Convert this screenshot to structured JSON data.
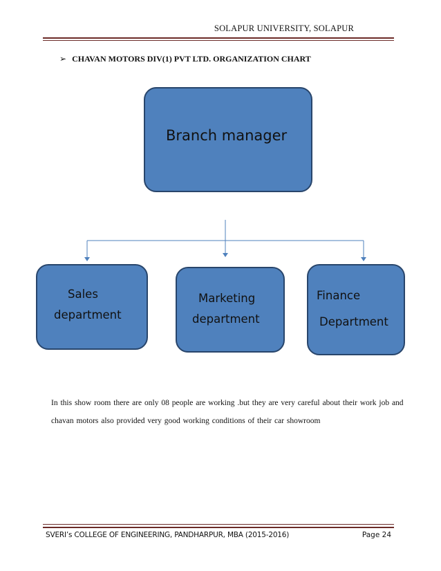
{
  "header": {
    "title": "SOLAPUR  UNIVERSITY,  SOLAPUR"
  },
  "section": {
    "bullet_glyph": "➢",
    "heading": "CHAVAN  MOTORS DIV(1) PVT  LTD. ORGANIZATION  CHART"
  },
  "chart": {
    "top": {
      "label": "Branch manager"
    },
    "departments": [
      {
        "line1": "Sales",
        "line2": "department"
      },
      {
        "line1": "Marketing",
        "line2": "department"
      },
      {
        "line1": "Finance",
        "line2": "Department"
      }
    ],
    "colors": {
      "box_fill": "#4f81bd",
      "box_border": "#28456b",
      "connector": "#4f81bd"
    }
  },
  "body": {
    "paragraph": "In this  show room there are only  08 people are working  .but they are very  careful about their work job and chavan  motors also provided  very good working  conditions  of their  car showroom"
  },
  "footer": {
    "left": "SVERI’s COLLEGE OF ENGINEERING, PANDHARPUR, MBA (2015-2016)",
    "right": "Page 24",
    "rule_color": "#6b2a27"
  }
}
